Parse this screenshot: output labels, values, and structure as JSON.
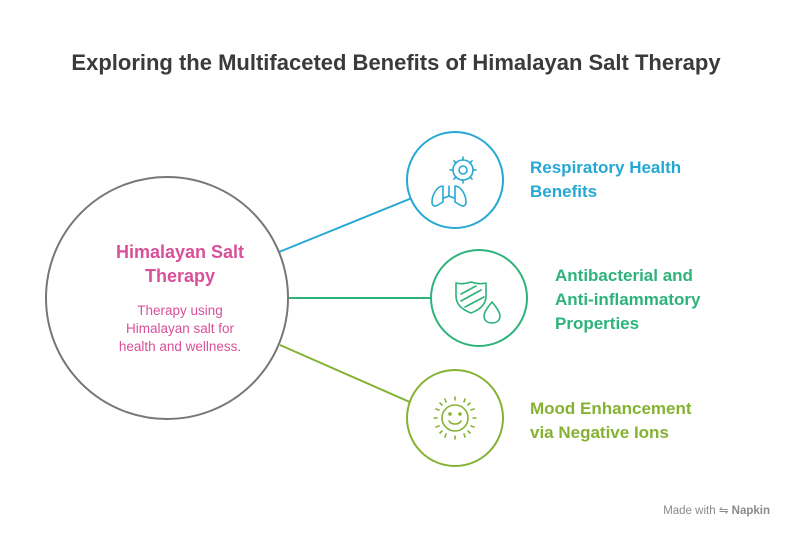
{
  "title": "Exploring the Multifaceted Benefits of Himalayan Salt Therapy",
  "center": {
    "title_lines": [
      "Himalayan Salt",
      "Therapy"
    ],
    "description_lines": [
      "Therapy using",
      "Himalayan salt for",
      "health and wellness."
    ]
  },
  "benefits": [
    {
      "lines": [
        "Respiratory Health",
        "Benefits"
      ],
      "icon": "lungs-icon",
      "color": "#26a8d4"
    },
    {
      "lines": [
        "Antibacterial and",
        "Anti-inflammatory",
        "Properties"
      ],
      "icon": "shield-drop-icon",
      "color": "#2db37a"
    },
    {
      "lines": [
        "Mood Enhancement",
        "via Negative Ions"
      ],
      "icon": "happy-sun-icon",
      "color": "#86b233"
    }
  ],
  "footer": {
    "prefix": "Made with",
    "brand": "Napkin"
  }
}
